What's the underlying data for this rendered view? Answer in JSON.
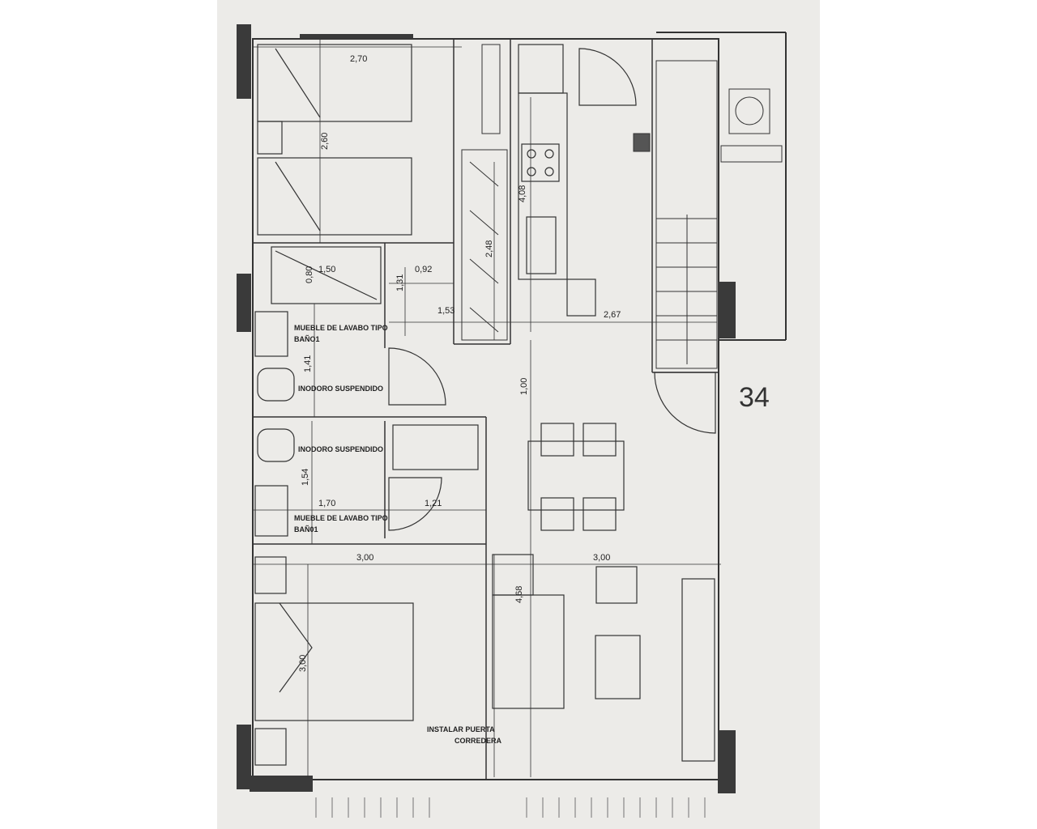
{
  "plan": {
    "unit_number": "34",
    "labels": {
      "lavabo_1": "MUEBLE DE LAVABO TIPO",
      "lavabo_1b": "BAÑO1",
      "inodoro_1": "INODORO SUSPENDIDO",
      "inodoro_2": "INODORO SUSPENDIDO",
      "lavabo_2": "MUEBLE DE LAVABO TIPO",
      "lavabo_2b": "BAÑ01",
      "puerta_1": "INSTALAR PUERTA",
      "puerta_2": "CORREDERA"
    },
    "dimensions": {
      "d_270": "2,70",
      "d_260": "2,60",
      "d_408": "4,08",
      "d_248": "2,48",
      "d_150": "1,50",
      "d_080": "0,80",
      "d_092": "0,92",
      "d_131": "1,31",
      "d_153": "1,53",
      "d_267": "2,67",
      "d_141": "1,41",
      "d_100": "1,00",
      "d_154": "1,54",
      "d_170": "1,70",
      "d_121": "1,21",
      "d_300a": "3,00",
      "d_300b": "3,00",
      "d_468": "4,68",
      "d_300c": "3,00"
    }
  }
}
